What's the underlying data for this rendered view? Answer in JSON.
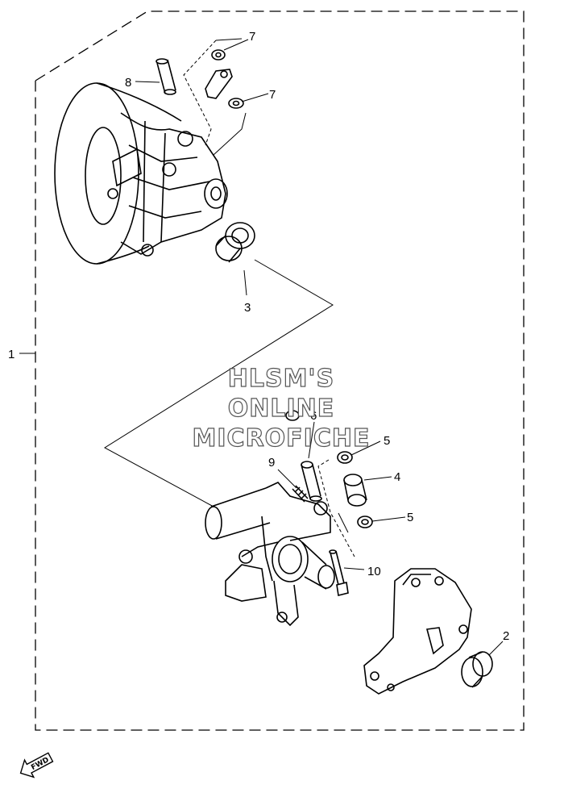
{
  "diagram": {
    "callouts": [
      "1",
      "2",
      "3",
      "4",
      "5",
      "5",
      "6",
      "7",
      "7",
      "8",
      "9",
      "10"
    ]
  },
  "watermark": {
    "line1": "HLSM'S",
    "line2": "ONLINE",
    "line3": "MICROFICHE"
  },
  "fwd_badge": {
    "text": "FWD"
  },
  "colors": {
    "ink": "#000000",
    "paper": "#ffffff",
    "watermark_outline": "#555555"
  }
}
